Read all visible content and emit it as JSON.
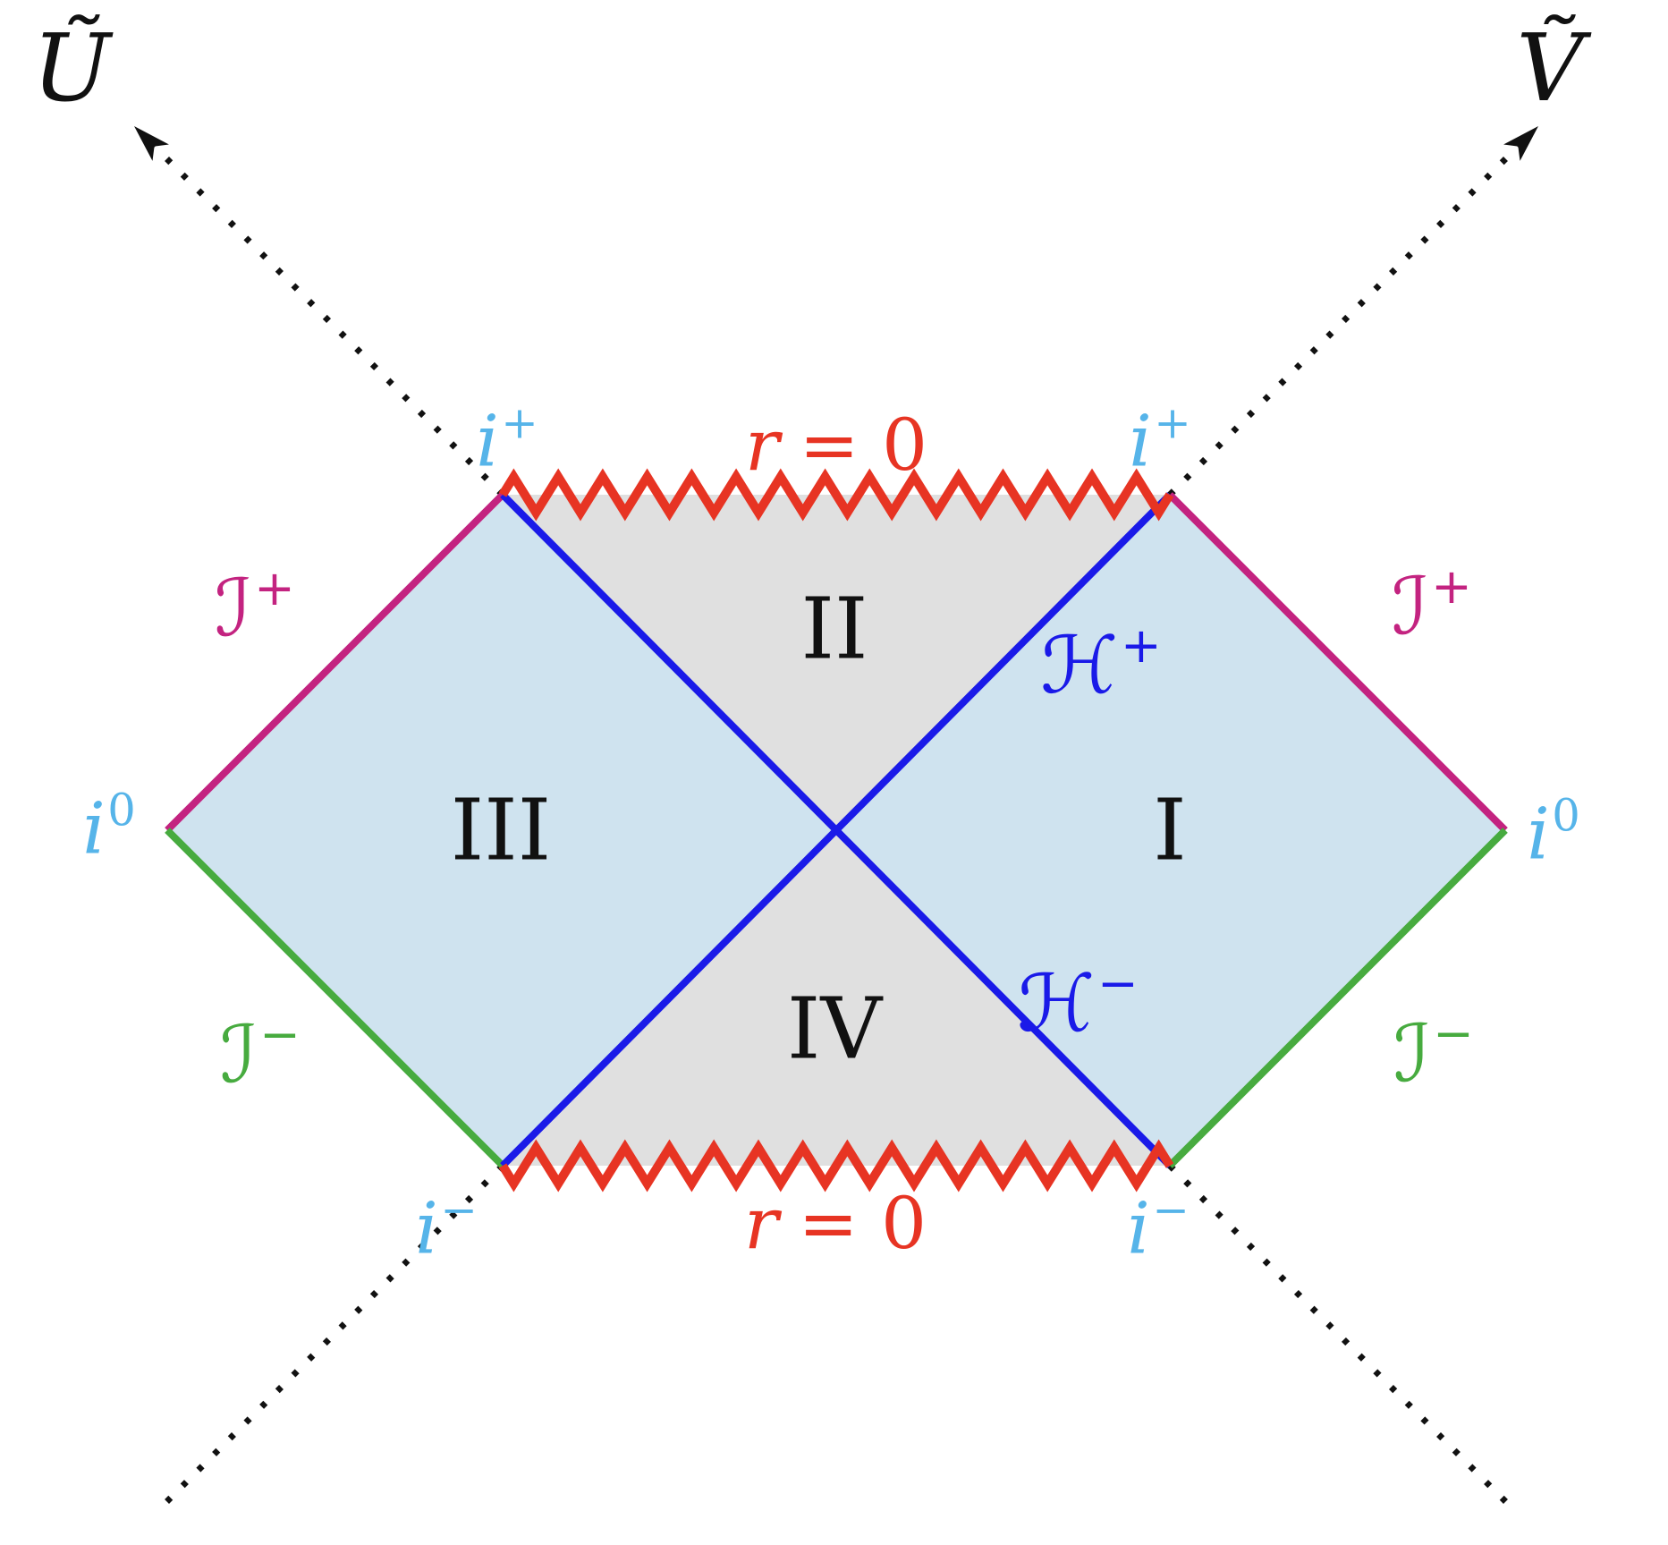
{
  "colors": {
    "background": "#ffffff",
    "region_exterior": "#cfe3ef",
    "region_interior": "#e0e0e0",
    "singularity_red": "#e73423",
    "horizon_blue": "#1a1ae8",
    "scri_plus_magenta": "#c32380",
    "scri_minus_green": "#47ab3f",
    "infinity_skyblue": "#56b4e9",
    "axis_black": "#111111"
  },
  "labels": {
    "axis_u": "Ũ",
    "axis_v": "Ṽ",
    "i_plus": {
      "base": "i",
      "sup": "+"
    },
    "i_zero": {
      "base": "i",
      "sup": "0"
    },
    "i_minus": {
      "base": "i",
      "sup": "−"
    },
    "singularity": {
      "var": "r",
      "eq": "= 0"
    },
    "scri_plus": {
      "base": "ℐ",
      "sup": "+"
    },
    "scri_minus": {
      "base": "ℐ",
      "sup": "−"
    },
    "horizon_plus": {
      "base": "ℋ",
      "sup": "+"
    },
    "horizon_minus": {
      "base": "ℋ",
      "sup": "−"
    },
    "regions": {
      "one": "I",
      "two": "II",
      "three": "III",
      "four": "IV"
    }
  }
}
